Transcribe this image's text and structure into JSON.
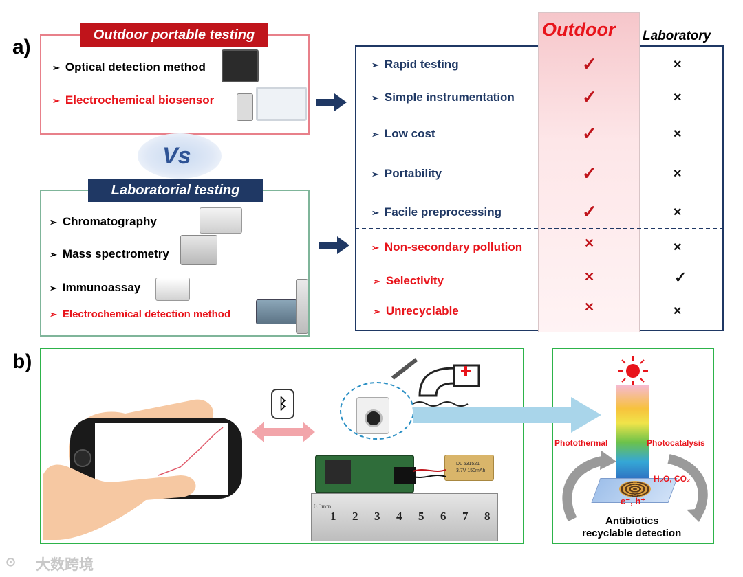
{
  "panel_a": {
    "label": "a)",
    "outdoor_box": {
      "banner": "Outdoor portable testing",
      "items": [
        {
          "text": "Optical detection method",
          "color": "black"
        },
        {
          "text": "Electrochemical biosensor",
          "color": "red"
        }
      ]
    },
    "vs": "Vs",
    "lab_box": {
      "banner": "Laboratorial testing",
      "items": [
        {
          "text": "Chromatography",
          "color": "black"
        },
        {
          "text": "Mass spectrometry",
          "color": "black"
        },
        {
          "text": "Immunoassay",
          "color": "black"
        },
        {
          "text": "Electrochemical detection method",
          "color": "red"
        }
      ]
    },
    "table": {
      "col_outdoor": "Outdoor",
      "col_lab": "Laboratory",
      "rows": [
        {
          "feature": "Rapid testing",
          "outdoor": "✓",
          "lab": "✕",
          "color": "navy"
        },
        {
          "feature": "Simple instrumentation",
          "outdoor": "✓",
          "lab": "✕",
          "color": "navy"
        },
        {
          "feature": "Low cost",
          "outdoor": "✓",
          "lab": "✕",
          "color": "navy"
        },
        {
          "feature": "Portability",
          "outdoor": "✓",
          "lab": "✕",
          "color": "navy"
        },
        {
          "feature": "Facile preprocessing",
          "outdoor": "✓",
          "lab": "✕",
          "color": "navy"
        },
        {
          "feature": "Non-secondary pollution",
          "outdoor": "✕",
          "lab": "✕",
          "color": "red"
        },
        {
          "feature": "Selectivity",
          "outdoor": "✕",
          "lab": "✓",
          "color": "red"
        },
        {
          "feature": "Unrecyclable",
          "outdoor": "✕",
          "lab": "✕",
          "color": "red"
        }
      ]
    }
  },
  "panel_b": {
    "label": "b)",
    "ruler_unit": "0.5mm",
    "ruler_numbers": [
      "1",
      "2",
      "3",
      "4",
      "5",
      "6",
      "7",
      "8"
    ],
    "battery_text": "DL 531521\n3.7V 150mAh",
    "photothermal": "Photothermal",
    "photocatalysis": "Photocatalysis",
    "products": "H₂O, CO₂",
    "carriers": "e⁻, h⁺",
    "caption_line1": "Antibiotics",
    "caption_line2": "recyclable detection"
  },
  "watermark": "大数跨境",
  "colors": {
    "outdoor_box_border": "#e8808a",
    "outdoor_banner": "#c0141b",
    "lab_box_border": "#7fb59a",
    "lab_banner": "#1f3864",
    "table_border": "#1f3864",
    "outdoor_column": "#f9d4d6",
    "panel_b_border": "#2db34a",
    "ble_arrow": "#f2a5aa",
    "flow_arrow": "#a9d5ea"
  }
}
